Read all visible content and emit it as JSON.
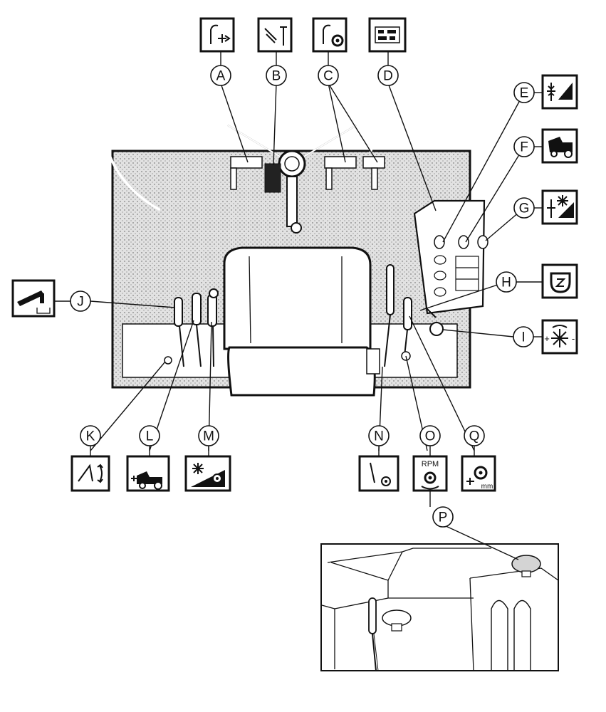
{
  "callouts": {
    "A": "A",
    "B": "B",
    "C": "C",
    "D": "D",
    "E": "E",
    "F": "F",
    "G": "G",
    "H": "H",
    "I": "I",
    "J": "J",
    "K": "K",
    "L": "L",
    "M": "M",
    "N": "N",
    "O": "O",
    "P": "P",
    "Q": "Q"
  },
  "symbols": {
    "A": {
      "icon": "hydraulic-lever-coupling-icon"
    },
    "B": {
      "icon": "brake-pedal-icon"
    },
    "C": {
      "icon": "hydraulic-lever-wheel-icon"
    },
    "D": {
      "icon": "control-panel-icon"
    },
    "E": {
      "icon": "header-height-icon"
    },
    "F": {
      "icon": "combine-unloading-icon"
    },
    "G": {
      "icon": "reel-height-icon"
    },
    "H": {
      "icon": "engine-icon"
    },
    "I": {
      "icon": "reel-speed-icon"
    },
    "J": {
      "icon": "unloading-auger-icon"
    },
    "K": {
      "icon": "header-tilt-icon"
    },
    "L": {
      "icon": "combine-drive-icon"
    },
    "M": {
      "icon": "reel-drive-icon"
    },
    "N": {
      "icon": "gear-lever-icon"
    },
    "O": {
      "icon": "threshing-speed-icon",
      "label": "RPM"
    },
    "Q": {
      "icon": "concave-clearance-icon",
      "label": "mm"
    }
  },
  "colors": {
    "ink": "#111111",
    "panel_fill": "#d9d9d9",
    "background": "#ffffff"
  }
}
